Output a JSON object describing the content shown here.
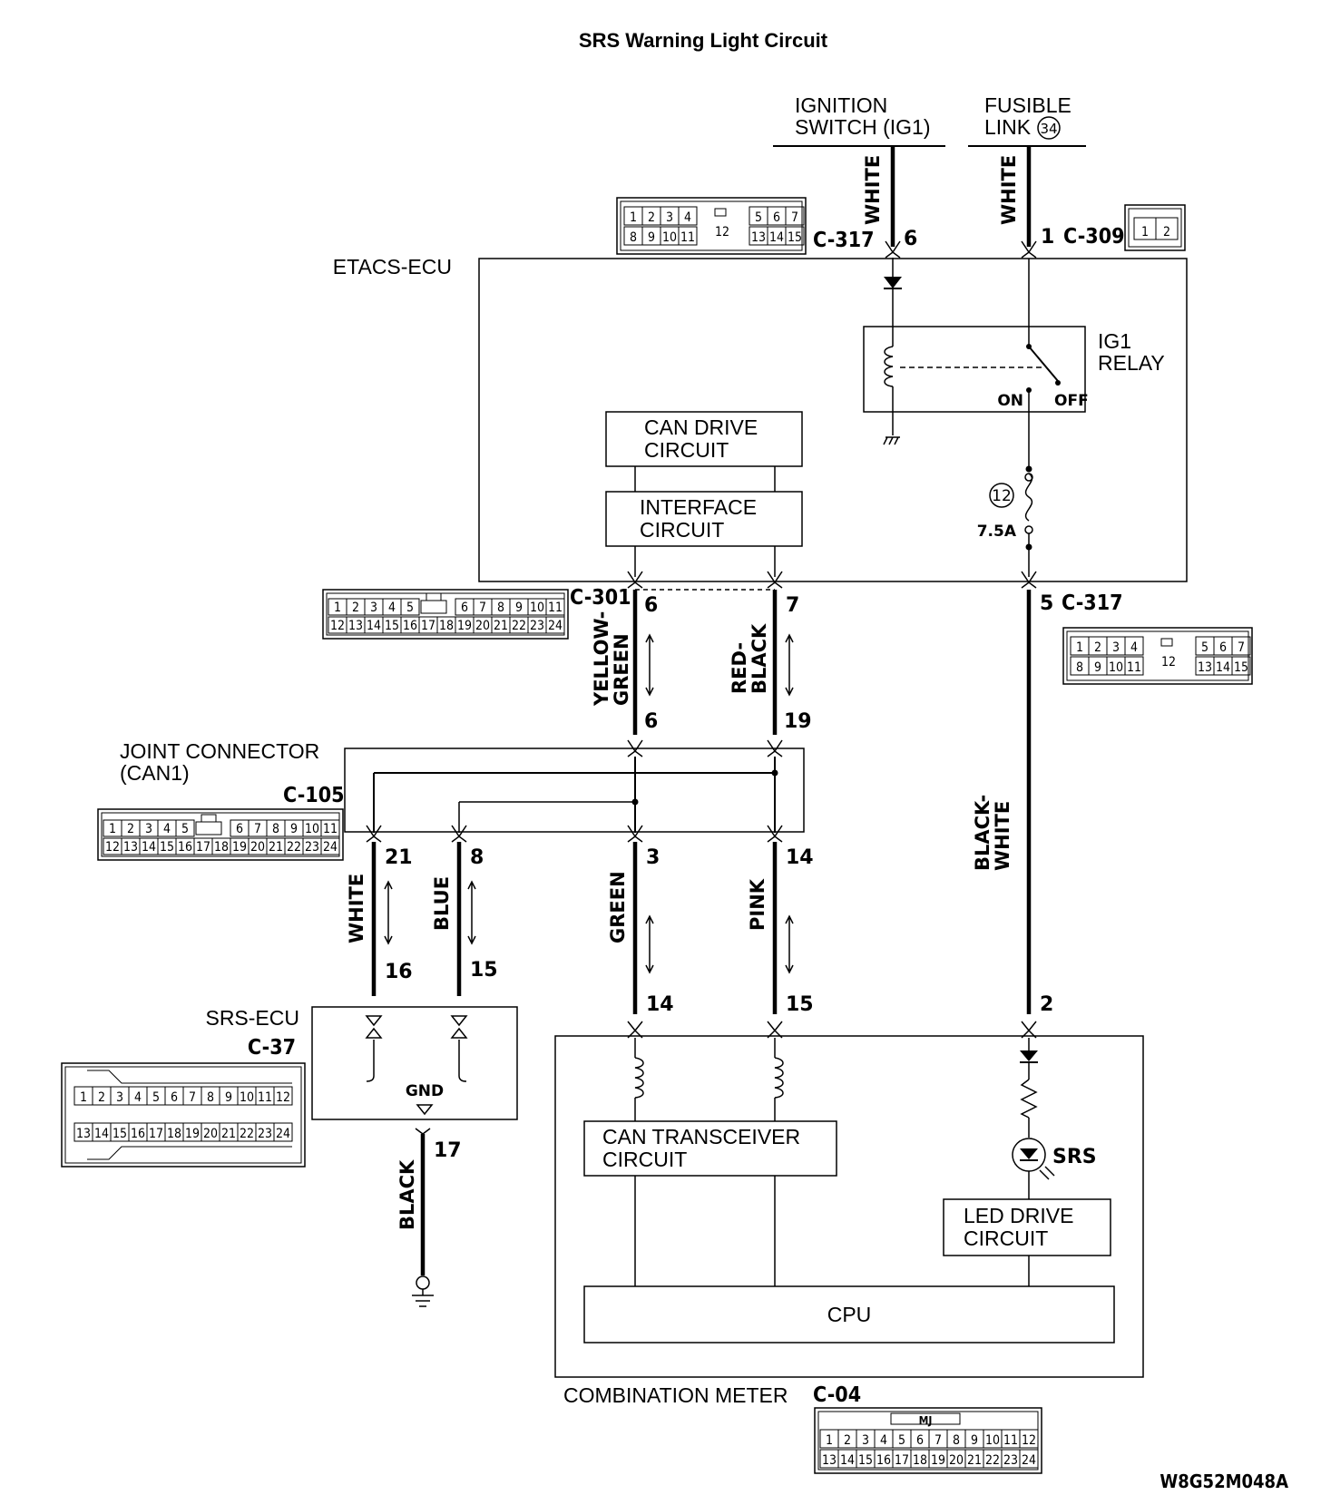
{
  "title": "SRS Warning Light Circuit",
  "figure_code": "W8G52M048A",
  "sources": {
    "ignition": [
      "IGNITION",
      "SWITCH (IG1)"
    ],
    "fusible_link": [
      "FUSIBLE",
      "LINK"
    ],
    "fusible_link_no": "34"
  },
  "modules": {
    "etacs": "ETACS-ECU",
    "ig1_relay": [
      "IG1",
      "RELAY"
    ],
    "relay_on": "ON",
    "relay_off": "OFF",
    "can_drive": [
      "CAN DRIVE",
      "CIRCUIT"
    ],
    "interface": [
      "INTERFACE",
      "CIRCUIT"
    ],
    "fuse_no": "12",
    "fuse_rating": "7.5A",
    "joint": [
      "JOINT CONNECTOR",
      "(CAN1)"
    ],
    "srs_ecu": "SRS-ECU",
    "gnd": "GND",
    "can_transceiver": [
      "CAN TRANSCEIVER",
      "CIRCUIT"
    ],
    "led_drive": [
      "LED DRIVE",
      "CIRCUIT"
    ],
    "srs_lamp": "SRS",
    "cpu": "CPU",
    "combination_meter": "COMBINATION METER"
  },
  "connectors": {
    "c317_top": "C-317",
    "c309": "C-309",
    "c301": "C-301",
    "c317_right": "C-317",
    "c105": "C-105",
    "c37": "C-37",
    "c04": "C-04"
  },
  "pins": {
    "ign_c317": "6",
    "fl_c309": "1",
    "c301_a": "6",
    "c301_b": "7",
    "c317_5": "5",
    "jc_in_a": "6",
    "jc_in_b": "19",
    "jc_21": "21",
    "jc_8": "8",
    "jc_3": "3",
    "jc_14": "14",
    "srs_16": "16",
    "srs_15": "15",
    "srs_17": "17",
    "cm_14": "14",
    "cm_15": "15",
    "cm_2": "2"
  },
  "wires": {
    "ign": "WHITE",
    "fl": "WHITE",
    "yg": [
      "YELLOW-",
      "GREEN"
    ],
    "rb": [
      "RED-",
      "BLACK"
    ],
    "bw": [
      "BLACK-",
      "WHITE"
    ],
    "w2": "WHITE",
    "blue": "BLUE",
    "green": "GREEN",
    "pink": "PINK",
    "black": "BLACK"
  },
  "connector_cells": {
    "c317_top_row1": [
      "1",
      "2",
      "3",
      "4",
      "",
      "5",
      "6",
      "7"
    ],
    "c317_top_row2": [
      "8",
      "9",
      "10",
      "11",
      "12",
      "13",
      "14",
      "15"
    ],
    "c309": [
      "1",
      "2"
    ],
    "c301_row1": [
      "1",
      "2",
      "3",
      "4",
      "5",
      "",
      "6",
      "7",
      "8",
      "9",
      "10",
      "11"
    ],
    "c301_row2": [
      "12",
      "13",
      "14",
      "15",
      "16",
      "17",
      "18",
      "19",
      "20",
      "21",
      "22",
      "23",
      "24"
    ],
    "c105_row1": [
      "1",
      "2",
      "3",
      "4",
      "5",
      "",
      "6",
      "7",
      "8",
      "9",
      "10",
      "11"
    ],
    "c105_row2": [
      "12",
      "13",
      "14",
      "15",
      "16",
      "17",
      "18",
      "19",
      "20",
      "21",
      "22",
      "23",
      "24"
    ],
    "c37_row1": [
      "1",
      "2",
      "3",
      "4",
      "5",
      "6",
      "7",
      "8",
      "9",
      "10",
      "11",
      "12"
    ],
    "c37_row2": [
      "13",
      "14",
      "15",
      "16",
      "17",
      "18",
      "19",
      "20",
      "21",
      "22",
      "23",
      "24"
    ],
    "c04_tag": "MJ",
    "c04_row1": [
      "1",
      "2",
      "3",
      "4",
      "5",
      "6",
      "7",
      "8",
      "9",
      "10",
      "11",
      "12"
    ],
    "c04_row2": [
      "13",
      "14",
      "15",
      "16",
      "17",
      "18",
      "19",
      "20",
      "21",
      "22",
      "23",
      "24"
    ]
  }
}
